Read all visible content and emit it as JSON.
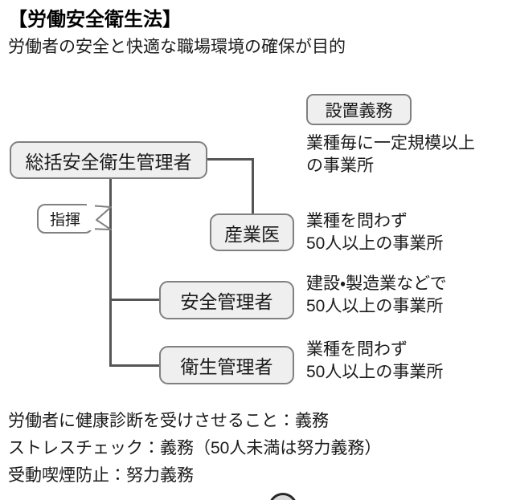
{
  "header": {
    "title": "【労働安全衛生法】",
    "subtitle": "労働者の安全と快適な職場環境の確保が目的"
  },
  "diagram": {
    "root_node": "総括安全衛生管理者",
    "command_bubble": "指揮",
    "column_header": "設置義務",
    "root_requirement": "業種毎に一定規模以上\nの事業所",
    "nodes": [
      {
        "label": "産業医",
        "requirement": "業種を問わず\n50人以上の事業所"
      },
      {
        "label": "安全管理者",
        "requirement": "建設・製造業などで\n50人以上の事業所"
      },
      {
        "label": "衛生管理者",
        "requirement": "業種を問わず\n50人以上の事業所"
      }
    ]
  },
  "notes": [
    "労働者に健康診断を受けさせること：義務",
    "ストレスチェック：義務（50人未満は努力義務）",
    "受動喫煙防止：努力義務"
  ],
  "colors": {
    "node_fill": "#efefef",
    "node_border": "#808080",
    "line": "#555555",
    "text": "#1b1b1b"
  }
}
